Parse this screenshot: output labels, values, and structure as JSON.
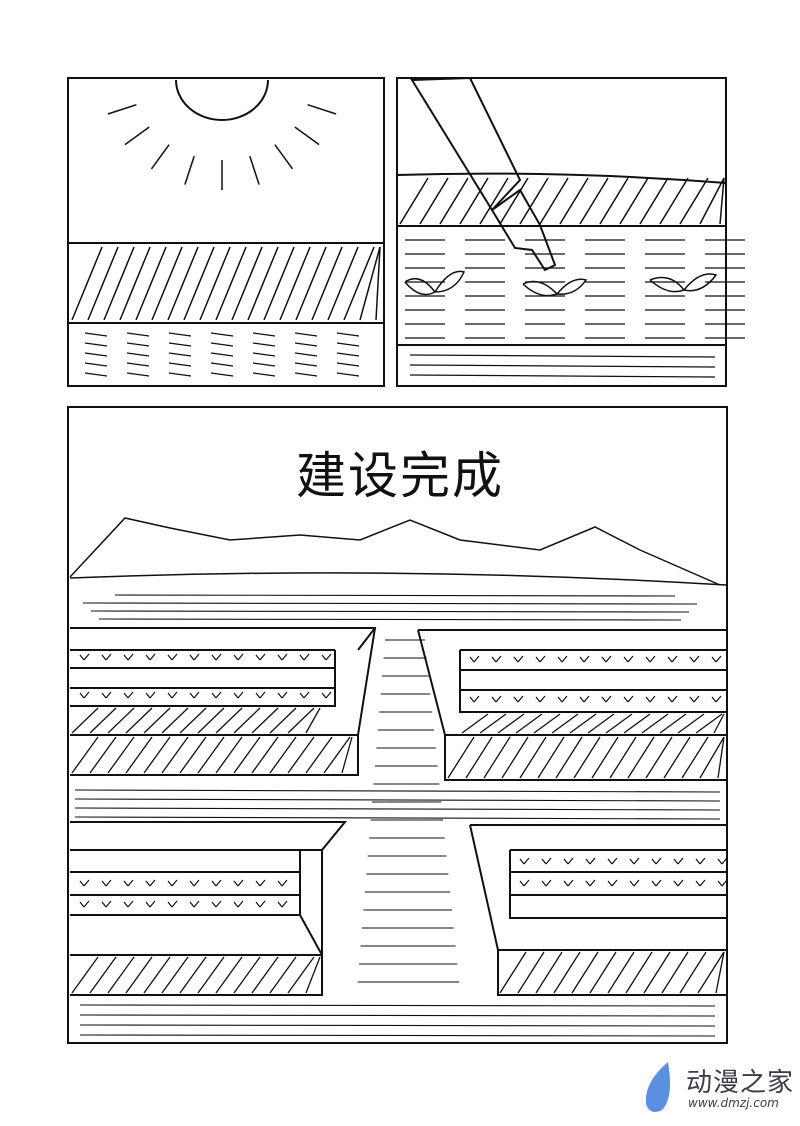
{
  "panels": [
    {
      "id": 1,
      "scene": "sun-over-field"
    },
    {
      "id": 2,
      "scene": "hand-planting-seedlings"
    },
    {
      "id": 3,
      "caption": "建设完成",
      "scene": "terraced-fields-with-path"
    }
  ],
  "watermark": {
    "name": "动漫之家",
    "url": "www.dmzj.com",
    "color": "#5b8fe0"
  }
}
